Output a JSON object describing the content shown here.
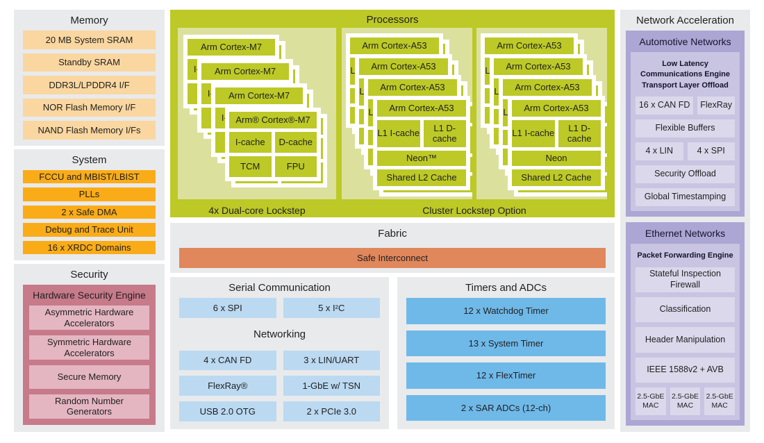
{
  "colors": {
    "panel_gray": "#e9eaec",
    "memory_peach": "#fad7a0",
    "system_orange": "#faac18",
    "security_rose": "#c77a8a",
    "security_pink": "#e4b6c2",
    "processor_green": "#bdc926",
    "processor_pale_green": "#dce09d",
    "interconnect_salmon": "#e0875c",
    "serial_light_blue": "#bbd9f1",
    "timer_blue": "#6fb9e9",
    "net_purple": "#aba6d3",
    "net_purple_mid": "#c8c4e1",
    "net_purple_light": "#dbd8ec"
  },
  "memory": {
    "title": "Memory",
    "items": [
      "20 MB System SRAM",
      "Standby SRAM",
      "DDR3L/LPDDR4 I/F",
      "NOR Flash Memory I/F",
      "NAND Flash Memory I/Fs"
    ]
  },
  "system": {
    "title": "System",
    "items": [
      "FCCU and MBIST/LBIST",
      "PLLs",
      "2 x Safe DMA",
      "Debug and Trace Unit",
      "16 x XRDC Domains"
    ]
  },
  "security": {
    "title": "Security",
    "engine": "Hardware Security Engine",
    "items": [
      "Asymmetric Hardware Accelerators",
      "Symmetric Hardware Accelerators",
      "Secure Memory",
      "Random Number Generators"
    ]
  },
  "processors": {
    "title": "Processors",
    "m7_label": "4x Dual-core Lockstep",
    "a53_label": "Cluster Lockstep Option",
    "m7": {
      "back_title": "Arm Cortex-M7",
      "front_title": "Arm® Cortex®-M7",
      "icache": "I-cache",
      "dcache": "D-cache",
      "tcm": "TCM",
      "fpu": "FPU"
    },
    "a53": {
      "title": "Arm Cortex-A53",
      "l1i": "L1 I-cache",
      "l1d": "L1 D-cache",
      "neon_tm": "Neon™",
      "neon": "Neon",
      "l2": "Shared L2 Cache"
    }
  },
  "fabric": {
    "title": "Fabric",
    "interconnect": "Safe Interconnect"
  },
  "serial": {
    "title": "Serial Communication",
    "items": [
      "6 x SPI",
      "5 x I²C"
    ],
    "networking_title": "Networking",
    "networking_items": [
      "4 x CAN FD",
      "3 x LIN/UART",
      "FlexRay®",
      "1-GbE w/ TSN",
      "USB 2.0 OTG",
      "2 x PCIe 3.0"
    ]
  },
  "timers": {
    "title": "Timers and ADCs",
    "items": [
      "12 x Watchdog Timer",
      "13 x System Timer",
      "12 x FlexTimer",
      "2 x SAR ADCs (12-ch)"
    ]
  },
  "net": {
    "title": "Network Acceleration",
    "automotive": {
      "title": "Automotive Networks",
      "engine": "Low Latency Communications Engine Transport Layer Offload",
      "canfd": "16 x CAN FD",
      "flexray": "FlexRay",
      "buffers": "Flexible Buffers",
      "lin": "4 x LIN",
      "spi": "4 x SPI",
      "security": "Security Offload",
      "timestamp": "Global Timestamping"
    },
    "ethernet": {
      "title": "Ethernet Networks",
      "engine": "Packet Forwarding Engine",
      "items": [
        "Stateful Inspection Firewall",
        "Classification",
        "Header Manipulation",
        "IEEE 1588v2 + AVB"
      ],
      "mac": "2.5-GbE MAC"
    }
  }
}
